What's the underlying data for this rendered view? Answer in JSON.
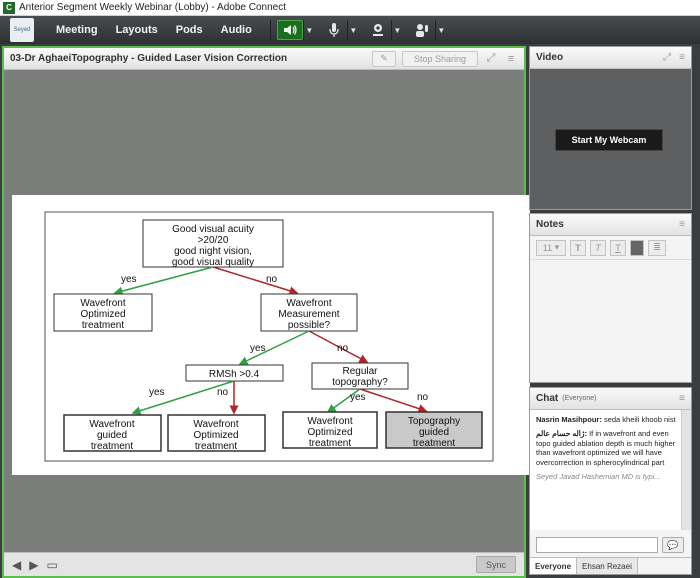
{
  "window": {
    "title": "Anterior Segment Weekly Webinar (Lobby) - Adobe Connect",
    "app_icon": "connect-icon"
  },
  "menubar": {
    "logo_text": "Seyed",
    "items": [
      "Meeting",
      "Layouts",
      "Pods",
      "Audio"
    ],
    "toolbar": {
      "speaker": "speaker-icon",
      "mic": "microphone-icon",
      "camera": "webcam-icon",
      "status": "raise-hand-icon",
      "active_color": "#1b6d1f"
    }
  },
  "share_pod": {
    "title": "03-Dr AghaeiTopography - Guided Laser Vision Correction",
    "stop_sharing": "Stop Sharing",
    "sync_label": "Sync",
    "border_color": "#5bbf4a"
  },
  "flowchart": {
    "root": [
      "Good visual acuity",
      ">20/20",
      "good night vision,",
      "good visual quality"
    ],
    "yes": "yes",
    "no": "no",
    "level1_left": [
      "Wavefront",
      "Optimized",
      "treatment"
    ],
    "level1_right": [
      "Wavefront",
      "Measurement",
      "possible?"
    ],
    "level2_left": "RMSh >0.4",
    "level2_right": [
      "Regular",
      "topography?"
    ],
    "leaf1": [
      "Wavefront",
      "guided",
      "treatment"
    ],
    "leaf2": [
      "Wavefront",
      "Optimized",
      "treatment"
    ],
    "leaf3": [
      "Wavefront",
      "Optimized",
      "treatment"
    ],
    "leaf4": [
      "Topography",
      "guided",
      "treatment"
    ],
    "yes_color": "#2ea043",
    "no_color": "#b0252a"
  },
  "video_pod": {
    "title": "Video",
    "webcam_button": "Start My Webcam"
  },
  "notes_pod": {
    "title": "Notes",
    "font_size": "11"
  },
  "chat_pod": {
    "title": "Chat",
    "scope": "(Everyone)",
    "messages": [
      {
        "sender": "Nasrin Masihpour:",
        "text": "seda kheili khoob nist"
      },
      {
        "sender": "ژاله حسام عالم:",
        "text": "If in wavefront and even topo guided ablation depth is much higher than wavefront optimized we will have overcorrection in spherocylindrical part"
      }
    ],
    "typing": "Seyed Javad Hashemian MD is typi...",
    "tabs": [
      "Everyone",
      "Ehsan Rezaei"
    ]
  }
}
